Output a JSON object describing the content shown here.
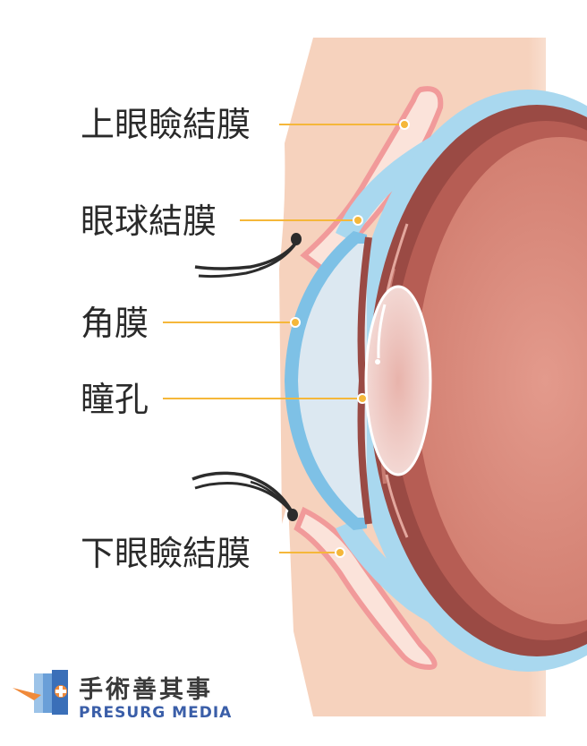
{
  "labels": {
    "upper_eyelid_conjunctiva": "上眼瞼結膜",
    "bulbar_conjunctiva": "眼球結膜",
    "cornea": "角膜",
    "pupil": "瞳孔",
    "lower_eyelid_conjunctiva": "下眼瞼結膜"
  },
  "brand": {
    "name_cn": "手術善其事",
    "name_en": "PRESURG MEDIA"
  },
  "colors": {
    "skin": "#f6d2bd",
    "eyelid_margin": "#f19a9a",
    "conjunctiva": "#a9d8ef",
    "cornea_rim": "#7ec1e6",
    "cornea_fill": "#dce8f1",
    "sclera_outer": "#9a4a44",
    "sclera_mid": "#b65d54",
    "eyeball_inner": "#d88878",
    "lens": "#f1d9d6",
    "leader_line": "#f5b73a",
    "lash": "#2c2c2c"
  }
}
